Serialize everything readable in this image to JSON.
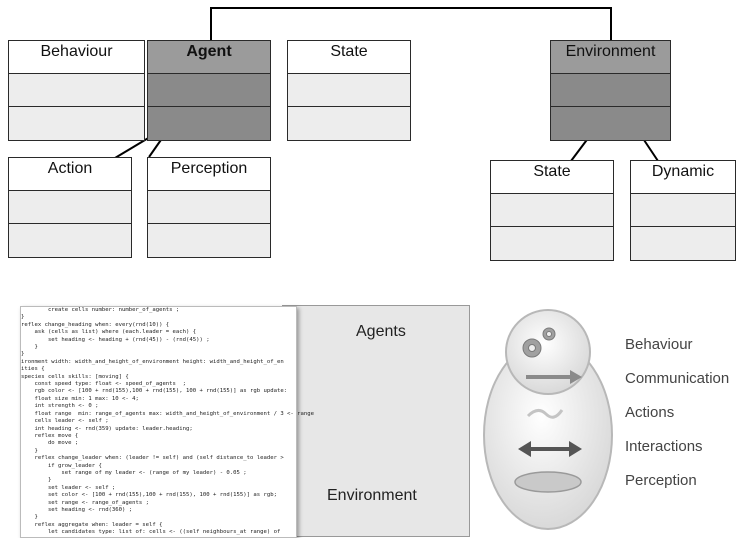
{
  "top_diagram": {
    "agent_cluster": {
      "behaviour": "Behaviour",
      "agent": "Agent",
      "state": "State",
      "action": "Action",
      "perception": "Perception"
    },
    "environment_cluster": {
      "environment": "Environment",
      "state": "State",
      "dynamic": "Dynamic"
    }
  },
  "bottom_section": {
    "code_lines": [
      "        create cells number: number_of_agents ;",
      "}",
      "reflex change_heading when: every(rnd(10)) {",
      "    ask (cells as list) where (each.leader = each) {",
      "        set heading <- heading + (rnd(45)) - (rnd(45)) ;",
      "    }",
      "}",
      "",
      "ironment width: width_and_height_of_environment height: width_and_height_of_en",
      "ities {",
      "species cells skills: [moving] {",
      "    const speed type: float <- speed_of_agents  ;",
      "    rgb color <- [100 + rnd(155),100 + rnd(155), 100 + rnd(155)] as rgb update:",
      "    float size min: 1 max: 10 <- 4;",
      "    int strength <- 0 ;",
      "    float range  min: range_of_agents max: width_and_height_of_environment / 3 <- range",
      "    cells leader <- self ;",
      "    int heading <- rnd(359) update: leader.heading;",
      "    reflex move {",
      "        do move ;",
      "    }",
      "",
      "    reflex change_leader when: (leader != self) and (self distance_to leader >",
      "        if grow_leader {",
      "            set range of my leader <- (range of my leader) - 0.05 ;",
      "        }",
      "        set leader <- self ;",
      "        set color <- [100 + rnd(155),100 + rnd(155), 100 + rnd(155)] as rgb;",
      "        set range <- range_of_agents ;",
      "        set heading <- rnd(360) ;",
      "    }",
      "    reflex aggregate when: leader = self {",
      "        let candidates type: list of: cells <- ((self neighbours_at range) of"
    ],
    "agents_label": "Agents",
    "environment_label": "Environment",
    "side_labels": [
      "Behaviour",
      "Communication",
      "Actions",
      "Interactions",
      "Perception"
    ]
  }
}
